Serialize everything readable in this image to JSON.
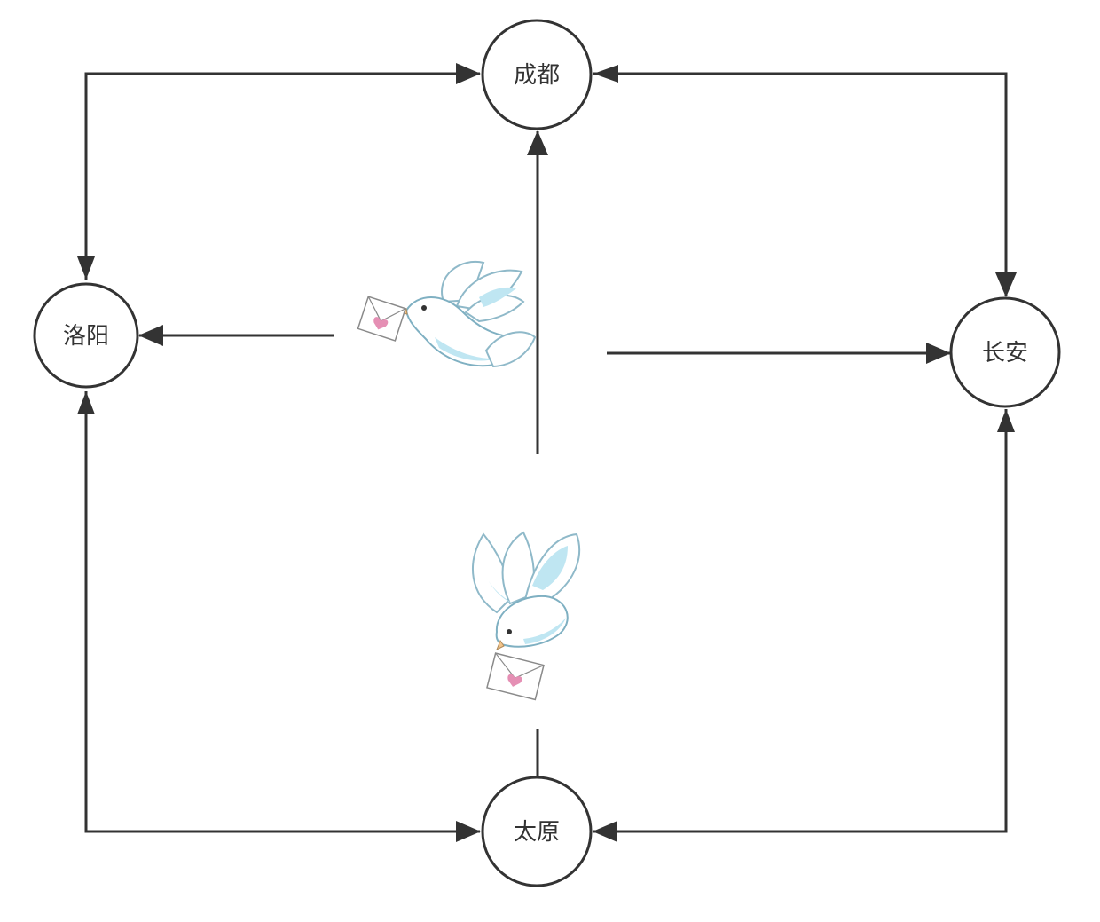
{
  "nodes": {
    "chengdu": {
      "label": "成都"
    },
    "luoyang": {
      "label": "洛阳"
    },
    "changan": {
      "label": "长安"
    },
    "taiyuan": {
      "label": "太原"
    }
  },
  "colors": {
    "stroke": "#333333",
    "dove_outline": "#7fb0c2",
    "dove_shade": "#bfe6f2",
    "envelope_heart": "#e58fb4"
  },
  "icons": [
    "carrier-pigeon-icon",
    "carrier-pigeon-icon"
  ]
}
